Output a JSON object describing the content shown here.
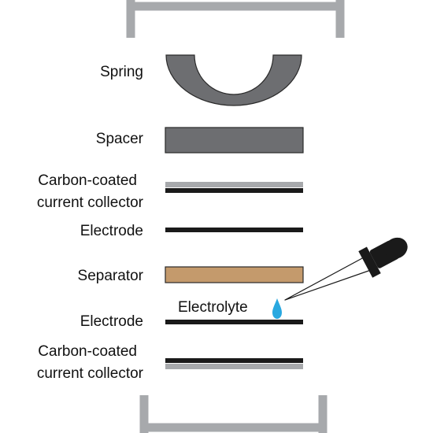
{
  "labels": {
    "spring": "Spring",
    "spacer": "Spacer",
    "top_collector_line1": "Carbon-coated",
    "top_collector_line2": "current collector",
    "top_electrode": "Electrode",
    "separator": "Separator",
    "electrolyte": "Electrolyte",
    "bottom_electrode": "Electrode",
    "bottom_collector_line1": "Carbon-coated",
    "bottom_collector_line2": "current collector"
  },
  "colors": {
    "casing": "#a7a9ac",
    "spring": "#6d6e71",
    "spacer": "#6d6e71",
    "collector_coating": "#a7a9ac",
    "layer_black": "#1a1a1a",
    "separator": "#c49a6c",
    "electrolyte_drop": "#29a8e0",
    "dropper_bulb": "#1a1a1a"
  },
  "icons": {
    "dropper": "pipette-icon",
    "drop": "droplet-icon"
  }
}
